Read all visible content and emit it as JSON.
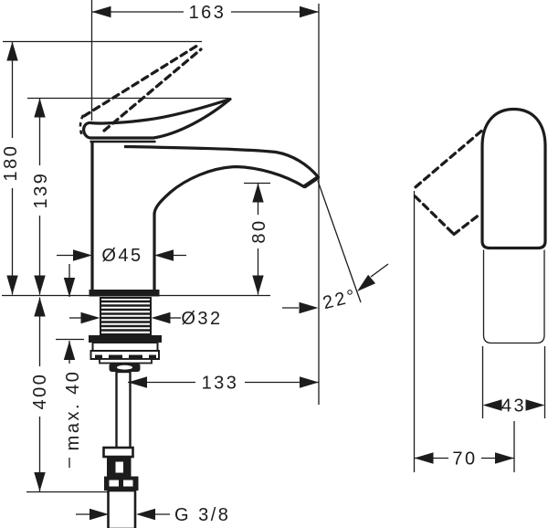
{
  "colors": {
    "ink": "#1c1c1c",
    "background": "#ffffff"
  },
  "views": {
    "front": {
      "dimensions": {
        "spout_width": "163",
        "overall_height": "180",
        "handle_height": "139",
        "body_diameter": "Ø45",
        "outlet_height": "80",
        "shank_diameter": "Ø32",
        "max_mounting_depth": "max. 40",
        "hose_length": "400",
        "spout_reach": "133",
        "outlet_angle": "22°",
        "connection_thread": "G 3/8"
      }
    },
    "side": {
      "dimensions": {
        "body_width": "43",
        "front_projection": "70"
      }
    }
  }
}
